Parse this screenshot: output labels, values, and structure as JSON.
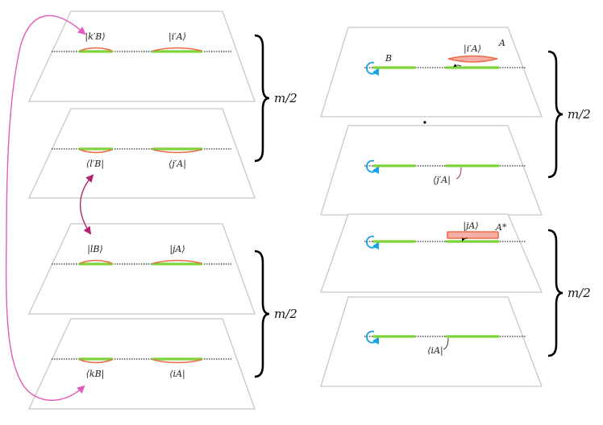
{
  "left_panel": {
    "sheet1": {
      "label_b": "|k′B⟩",
      "label_a": "|i′A⟩"
    },
    "sheet2": {
      "label_b": "⟨l′B|",
      "label_a": "⟨j′A|"
    },
    "sheet3": {
      "label_b": "|lB⟩",
      "label_a": "|jA⟩"
    },
    "sheet4": {
      "label_b": "⟨kB|",
      "label_a": "⟨iA|"
    },
    "brace_top": "m/2",
    "brace_bottom": "m/2"
  },
  "right_panel": {
    "sheet1": {
      "label_region_b": "B",
      "label_ket": "|i′A⟩",
      "label_region_a": "A"
    },
    "sheet2": {
      "label_bra": "⟨j′A|"
    },
    "sheet3": {
      "label_ket": "|jA⟩",
      "label_region_a": "A*"
    },
    "sheet4": {
      "label_bra": "⟨iA|"
    },
    "brace_top": "m/2",
    "brace_bottom": "m/2"
  },
  "colors": {
    "segment": "#7ed33a",
    "contour": "#f06a4a",
    "connector_outer": "#e05cb8",
    "connector_inner": "#b3246f",
    "loop": "#1aa0e6",
    "sheet_border": "#c8c8c8"
  }
}
